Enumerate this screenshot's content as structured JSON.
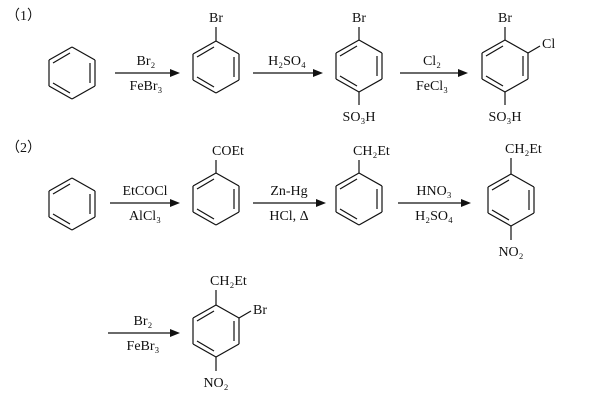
{
  "parts": [
    {
      "label": "（1）"
    },
    {
      "label": "（2）"
    }
  ],
  "steps": [
    {
      "top": "Br₂",
      "bottom": "FeBr₃"
    },
    {
      "top": "H₂SO₄",
      "bottom": ""
    },
    {
      "top": "Cl₂",
      "bottom": "FeCl₃"
    },
    {
      "top": "EtCOCl",
      "bottom": "AlCl₃"
    },
    {
      "top": "Zn-Hg",
      "bottom": "HCl, Δ"
    },
    {
      "top": "HNO₃",
      "bottom": "H₂SO₄"
    },
    {
      "top": "Br₂",
      "bottom": "FeBr₃"
    }
  ],
  "substituents": {
    "bromobenzene_top": "Br",
    "bromosulfonic_top": "Br",
    "bromosulfonic_bottom": "SO₃H",
    "chloro_top": "Br",
    "chloro_side": "Cl",
    "chloro_bottom": "SO₃H",
    "ketone_top": "COEt",
    "propyl_top": "CH₂Et",
    "nitro_top": "CH₂Et",
    "nitro_bottom": "NO₂",
    "final_top": "CH₂Et",
    "final_side": "Br",
    "final_bottom": "NO₂"
  }
}
